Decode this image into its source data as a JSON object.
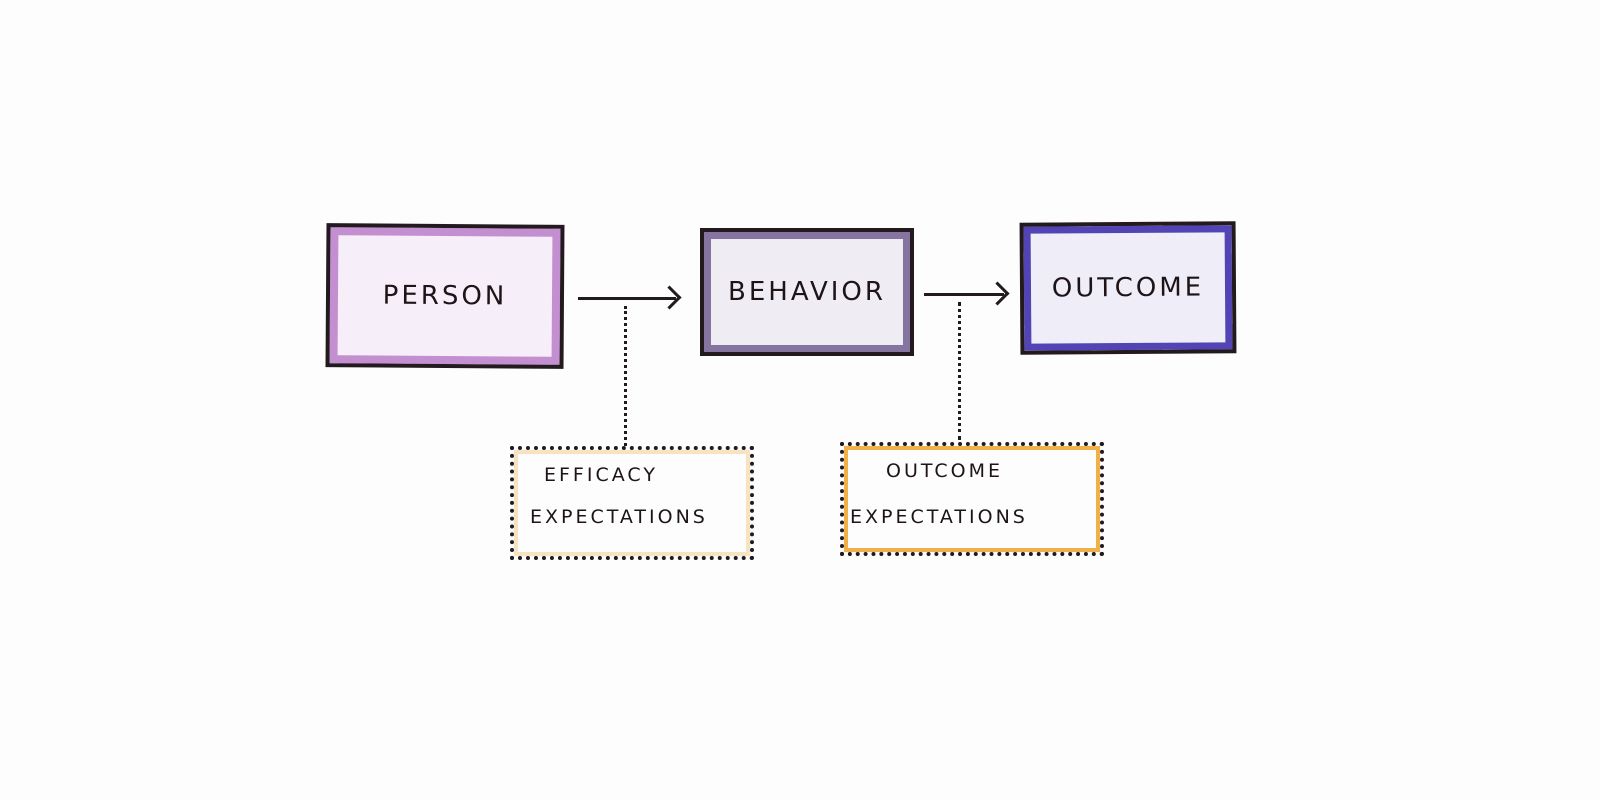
{
  "diagram": {
    "nodes": {
      "person": {
        "label": "PERSON",
        "color": "#c48fd0"
      },
      "behavior": {
        "label": "BEHAVIOR",
        "color": "#8574a0"
      },
      "outcome": {
        "label": "OUTCOME",
        "color": "#5244b5"
      }
    },
    "edges": [
      {
        "from": "person",
        "to": "behavior"
      },
      {
        "from": "behavior",
        "to": "outcome"
      }
    ],
    "annotations": {
      "efficacy": {
        "line1": "EFFICACY",
        "line2": "EXPECTATIONS",
        "color": "#f5e3c2",
        "attached_to": "person-behavior"
      },
      "outcome_expectations": {
        "line1": "OUTCOME",
        "line2": "EXPECTATIONS",
        "color": "#f0b04a",
        "attached_to": "behavior-outcome"
      }
    }
  }
}
